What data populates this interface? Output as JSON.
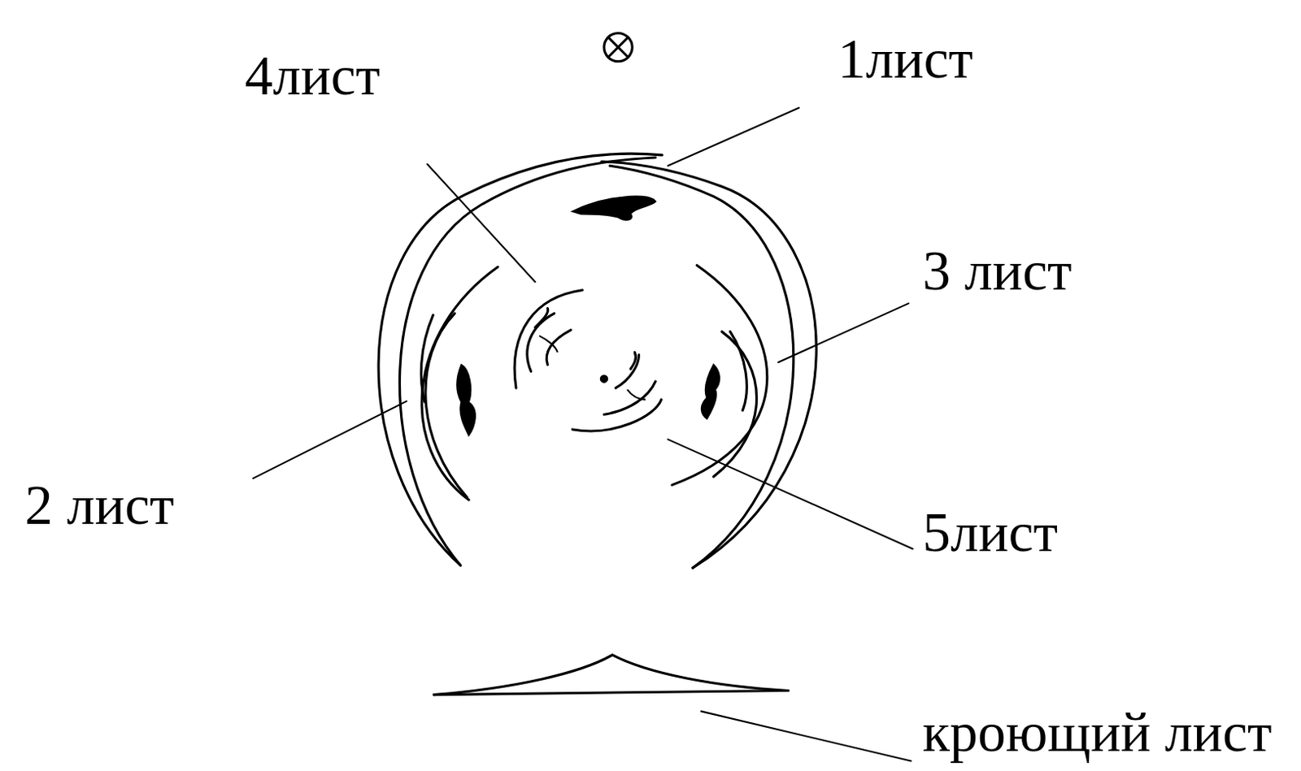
{
  "diagram": {
    "labels": [
      "4лист",
      "1лист",
      "3 лист",
      "2 лист",
      "5лист",
      "кроющий лист"
    ]
  }
}
